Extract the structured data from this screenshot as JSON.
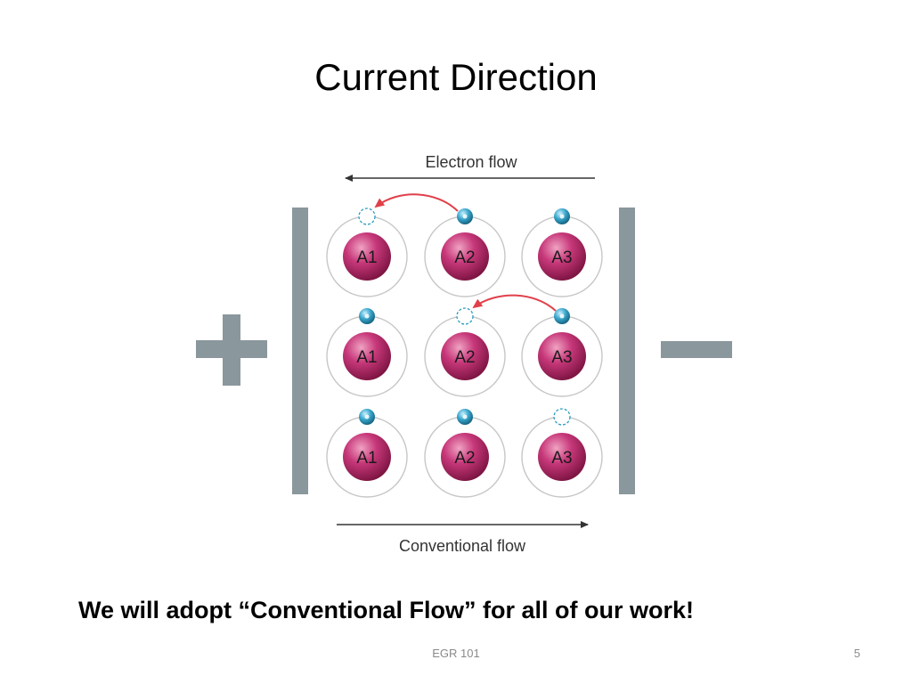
{
  "slide": {
    "title": "Current Direction",
    "statement": "We will adopt “Conventional Flow” for all of our work!",
    "footer": "EGR 101",
    "page_number": "5"
  },
  "diagram": {
    "top_arrow_label": "Electron flow",
    "bottom_arrow_label": "Conventional flow",
    "rows": [
      [
        {
          "label": "A1",
          "electron": "hole"
        },
        {
          "label": "A2",
          "electron": "present"
        },
        {
          "label": "A3",
          "electron": "present"
        }
      ],
      [
        {
          "label": "A1",
          "electron": "present"
        },
        {
          "label": "A2",
          "electron": "hole"
        },
        {
          "label": "A3",
          "electron": "present"
        }
      ],
      [
        {
          "label": "A1",
          "electron": "present"
        },
        {
          "label": "A2",
          "electron": "present"
        },
        {
          "label": "A3",
          "electron": "hole"
        }
      ]
    ],
    "colors": {
      "plate": "#8a979c",
      "atom": "#c0306a",
      "electron": "#2a9bc0",
      "transfer_arrow": "#e0404a"
    },
    "icons": {
      "positive_terminal": "plus-sign-icon",
      "negative_terminal": "minus-sign-icon"
    }
  }
}
